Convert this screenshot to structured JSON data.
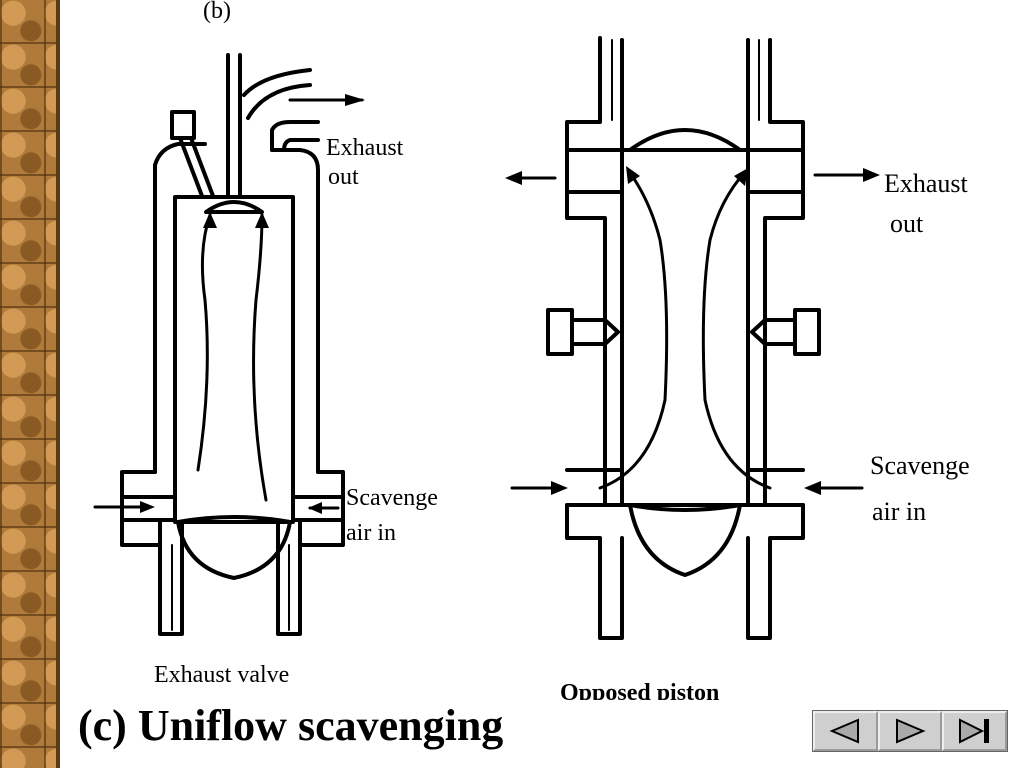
{
  "slide": {
    "title": "(c) Uniflow scavenging"
  },
  "diagram": {
    "figure_label": "(b)",
    "left": {
      "exhaust_label_line1": "Exhaust",
      "exhaust_label_line2": "out",
      "scavenge_label_line1": "Scavenge",
      "scavenge_label_line2": "air in",
      "caption": "Exhaust valve"
    },
    "right": {
      "exhaust_label_line1": "Exhaust",
      "exhaust_label_line2": "out",
      "scavenge_label_line1": "Scavenge",
      "scavenge_label_line2": "air in",
      "caption": "Opposed piston"
    }
  },
  "navigation": {
    "prev_icon": "triangle-left-icon",
    "next_icon": "triangle-right-icon",
    "last_icon": "skip-to-end-icon"
  }
}
